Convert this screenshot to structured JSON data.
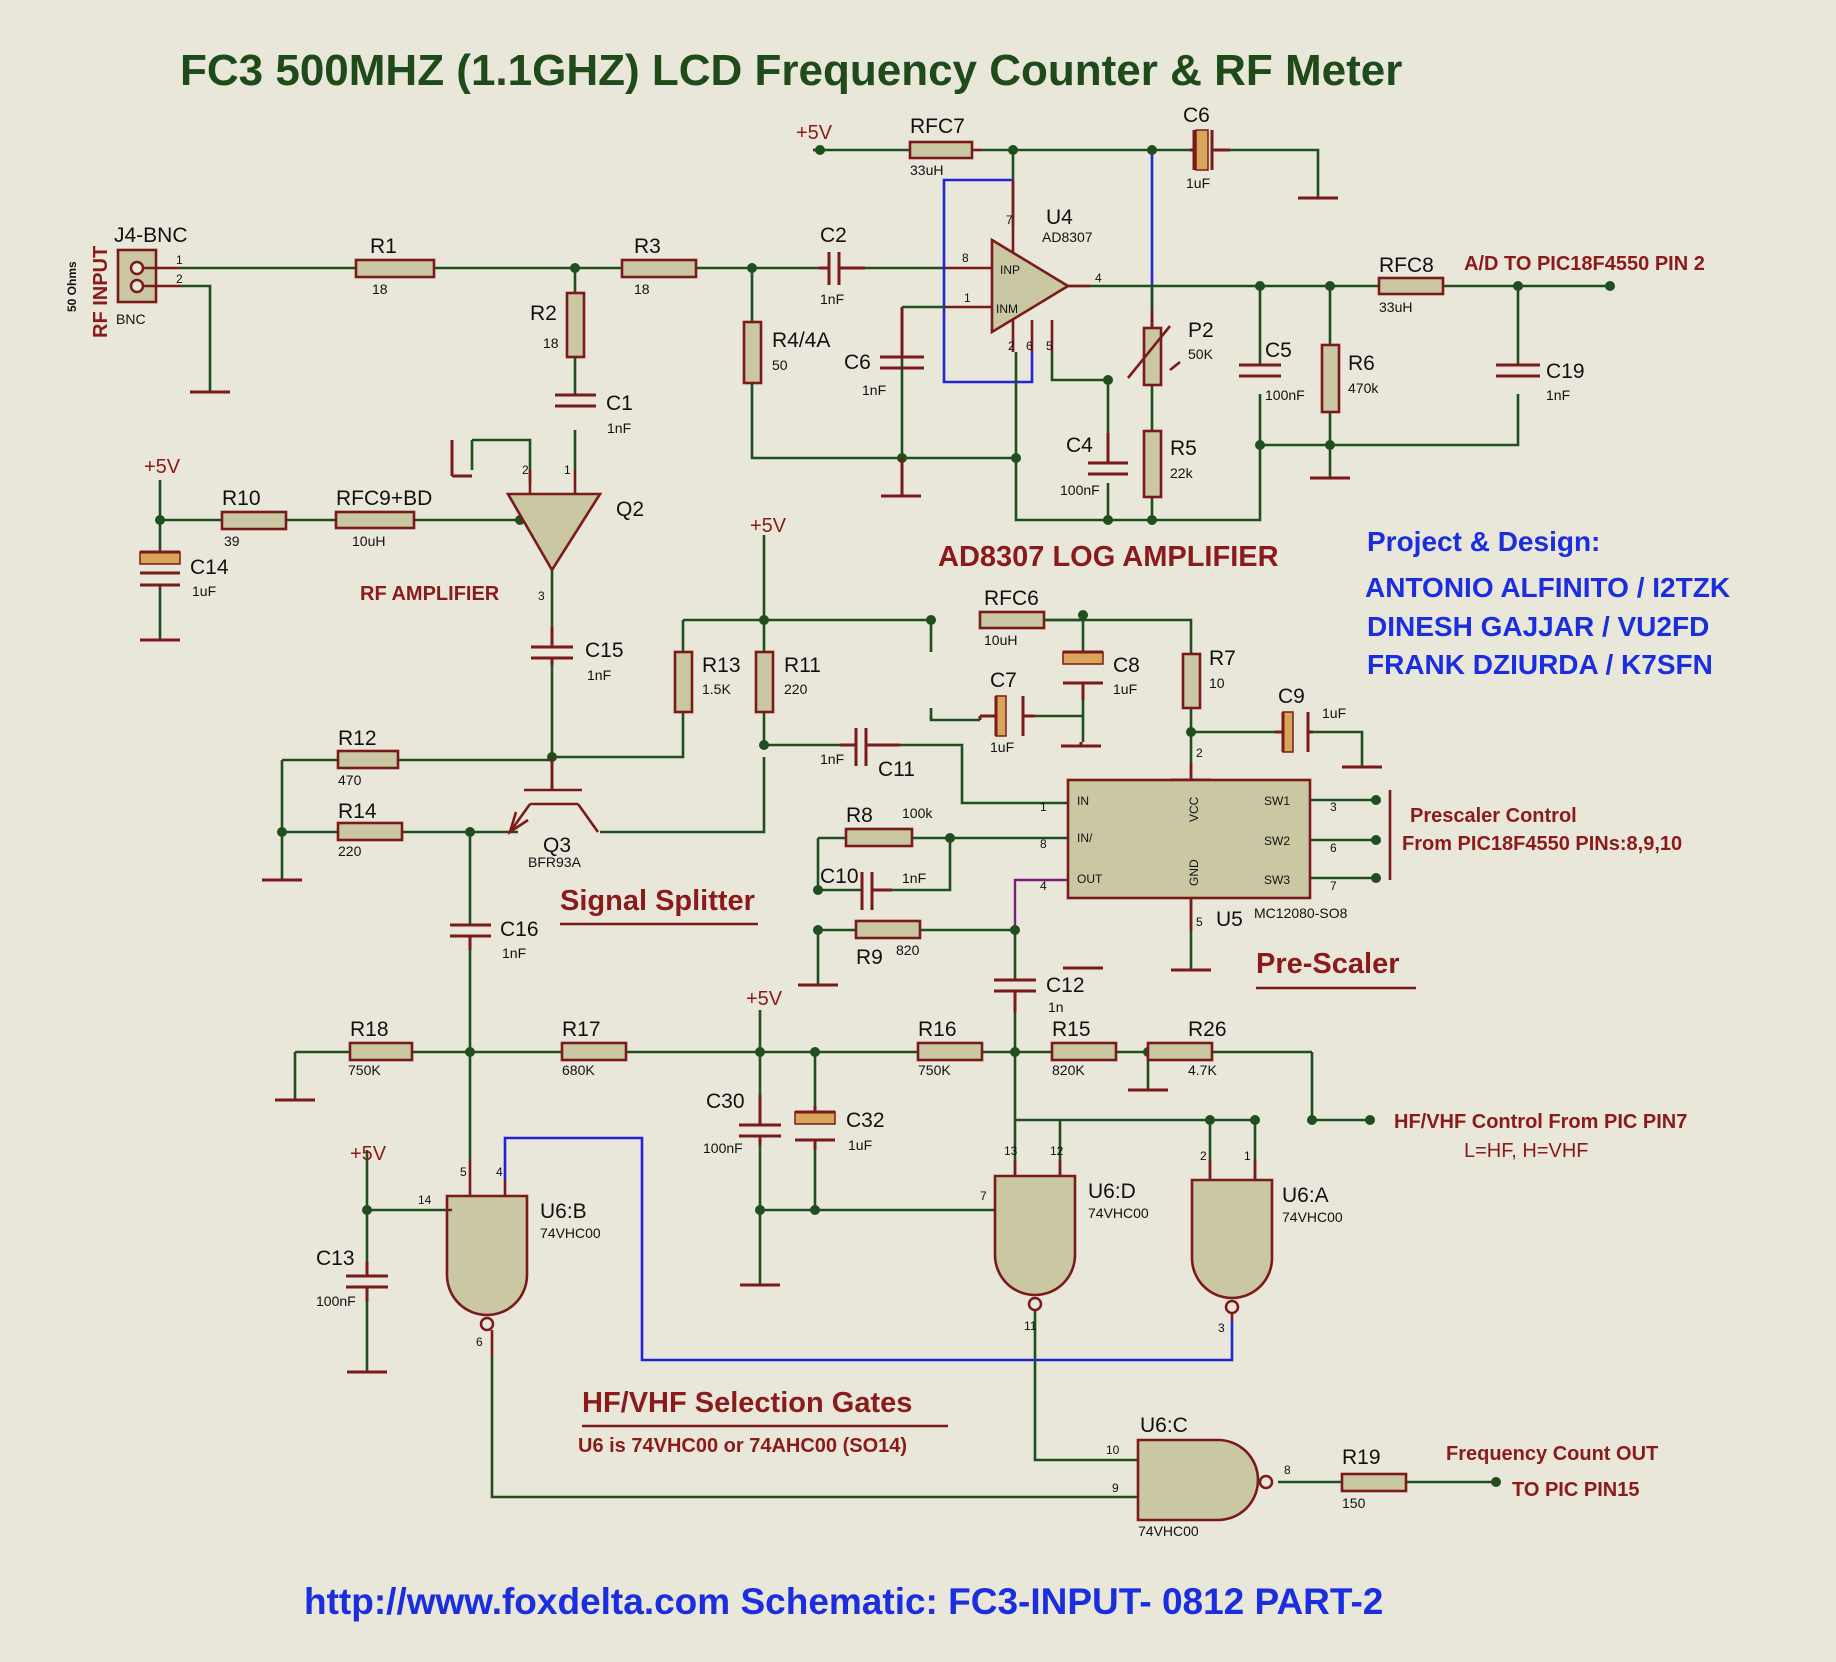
{
  "title": "FC3 500MHZ (1.1GHZ)  LCD Frequency Counter & RF Meter",
  "footer": "http://www.foxdelta.com Schematic: FC3-INPUT- 0812  PART-2",
  "credits": {
    "heading": "Project & Design:",
    "names": [
      "ANTONIO ALFINITO / I2TZK",
      "DINESH GAJJAR / VU2FD",
      "FRANK DZIURDA / K7SFN"
    ]
  },
  "section_labels": {
    "rf_amplifier": "RF AMPLIFIER",
    "log_amplifier": "AD8307 LOG AMPLIFIER",
    "signal_splitter": "Signal Splitter",
    "prescaler": "Pre-Scaler",
    "selection_gates": "HF/VHF Selection Gates",
    "u6_note": "U6 is 74VHC00 or 74AHC00 (SO14)"
  },
  "signals": {
    "ad_out": "A/D TO PIC18F4550 PIN 2",
    "prescaler_ctrl_1": "Prescaler Control",
    "prescaler_ctrl_2": "From PIC18F4550 PINs:8,9,10",
    "hfvhf_ctrl": "HF/VHF Control From PIC PIN7",
    "hfvhf_levels": "L=HF, H=VHF",
    "count_out_1": "Frequency Count OUT",
    "count_out_2": "TO PIC PIN15",
    "rf_input": "RF INPUT",
    "ohms": "50 Ohms",
    "vcc": "+5V"
  },
  "components": {
    "J4": {
      "ref": "J4-BNC",
      "val": "BNC"
    },
    "R1": {
      "ref": "R1",
      "val": "18"
    },
    "R2": {
      "ref": "R2",
      "val": "18"
    },
    "R3": {
      "ref": "R3",
      "val": "18"
    },
    "R4": {
      "ref": "R4/4A",
      "val": "50"
    },
    "R5": {
      "ref": "R5",
      "val": "22k"
    },
    "R6": {
      "ref": "R6",
      "val": "470k"
    },
    "R7": {
      "ref": "R7",
      "val": "10"
    },
    "R8": {
      "ref": "R8",
      "val": "100k"
    },
    "R9": {
      "ref": "R9",
      "val": "820"
    },
    "R10": {
      "ref": "R10",
      "val": "39"
    },
    "R11": {
      "ref": "R11",
      "val": "220"
    },
    "R12": {
      "ref": "R12",
      "val": "470"
    },
    "R13": {
      "ref": "R13",
      "val": "1.5K"
    },
    "R14": {
      "ref": "R14",
      "val": "220"
    },
    "R15": {
      "ref": "R15",
      "val": "820K"
    },
    "R16": {
      "ref": "R16",
      "val": "750K"
    },
    "R17": {
      "ref": "R17",
      "val": "680K"
    },
    "R18": {
      "ref": "R18",
      "val": "750K"
    },
    "R19": {
      "ref": "R19",
      "val": "150"
    },
    "R26": {
      "ref": "R26",
      "val": "4.7K"
    },
    "P2": {
      "ref": "P2",
      "val": "50K"
    },
    "C1": {
      "ref": "C1",
      "val": "1nF"
    },
    "C2": {
      "ref": "C2",
      "val": "1nF"
    },
    "C4": {
      "ref": "C4",
      "val": "100nF"
    },
    "C5": {
      "ref": "C5",
      "val": "100nF"
    },
    "C6a": {
      "ref": "C6",
      "val": "1uF"
    },
    "C6b": {
      "ref": "C6",
      "val": "1nF"
    },
    "C7": {
      "ref": "C7",
      "val": "1uF"
    },
    "C8": {
      "ref": "C8",
      "val": "1uF"
    },
    "C9": {
      "ref": "C9",
      "val": "1uF"
    },
    "C10": {
      "ref": "C10",
      "val": "1nF"
    },
    "C11": {
      "ref": "C11",
      "val": "1nF"
    },
    "C12": {
      "ref": "C12",
      "val": "1n"
    },
    "C13": {
      "ref": "C13",
      "val": "100nF"
    },
    "C14": {
      "ref": "C14",
      "val": "1uF"
    },
    "C15": {
      "ref": "C15",
      "val": "1nF"
    },
    "C16": {
      "ref": "C16",
      "val": "1nF"
    },
    "C19": {
      "ref": "C19",
      "val": "1nF"
    },
    "C30": {
      "ref": "C30",
      "val": "100nF"
    },
    "C32": {
      "ref": "C32",
      "val": "1uF"
    },
    "RFC6": {
      "ref": "RFC6",
      "val": "10uH"
    },
    "RFC7": {
      "ref": "RFC7",
      "val": "33uH"
    },
    "RFC8": {
      "ref": "RFC8",
      "val": "33uH"
    },
    "RFC9": {
      "ref": "RFC9+BD",
      "val": "10uH"
    },
    "Q2": {
      "ref": "Q2"
    },
    "Q3": {
      "ref": "Q3",
      "val": "BFR93A"
    },
    "U4": {
      "ref": "U4",
      "val": "AD8307",
      "pins": [
        "INP",
        "INM"
      ]
    },
    "U5": {
      "ref": "U5",
      "val": "MC12080-SO8",
      "pins": [
        "IN",
        "IN/",
        "OUT",
        "VCC",
        "GND",
        "SW1",
        "SW2",
        "SW3"
      ]
    },
    "U6A": {
      "ref": "U6:A",
      "val": "74VHC00"
    },
    "U6B": {
      "ref": "U6:B",
      "val": "74VHC00"
    },
    "U6C": {
      "ref": "U6:C",
      "val": "74VHC00"
    },
    "U6D": {
      "ref": "U6:D",
      "val": "74VHC00"
    }
  },
  "colors": {
    "background": "#e9e6da",
    "wire": "#1f4f1f",
    "blue_wire": "#2323d8",
    "component": "#7a1a1a",
    "body_fill": "#c9c8a3"
  }
}
